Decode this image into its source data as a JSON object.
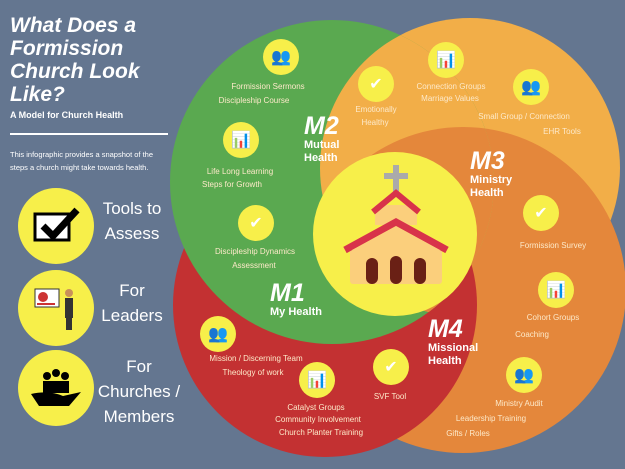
{
  "title": "What Does a Formission Church Look Like?",
  "subtitle": "A Model for Church Health",
  "description": "This infographic provides a snapshot of the steps a church might take towards health.",
  "legend": [
    {
      "icon": "checkbox-icon",
      "label": "Tools to Assess"
    },
    {
      "icon": "presenter-icon",
      "label": "For Leaders"
    },
    {
      "icon": "people-hand-icon",
      "label": "For Churches / Members"
    }
  ],
  "zones": {
    "m1": {
      "code": "M1",
      "name": "My Health",
      "color": "#5aa950"
    },
    "m2": {
      "code": "M2",
      "name": "Mutual Health",
      "color": "#f2ae48"
    },
    "m3": {
      "code": "M3",
      "name": "Ministry Health",
      "color": "#e4873b"
    },
    "m4": {
      "code": "M4",
      "name": "Missional Health",
      "color": "#c33132"
    }
  },
  "items": {
    "sermons": "Formission Sermons",
    "course": "Discipleship Course",
    "lll": "Life Long Learning",
    "steps": "Steps for Growth",
    "dda": "Discipleship Dynamics",
    "assess": "Assessment",
    "emo": "Emotionally",
    "healthy": "Healthy",
    "cg": "Connection Groups",
    "mv": "Marriage Values",
    "sg": "Small Group / Connection",
    "ehr": "EHR Tools",
    "survey": "Formission Survey",
    "cohort": "Cohort Groups",
    "coaching": "Coaching",
    "audit": "Ministry Audit",
    "lt": "Leadership Training",
    "gifts": "Gifts / Roles",
    "mission": "Mission / Discerning Team",
    "theology": "Theology of work",
    "catalyst": "Catalyst Groups",
    "community": "Community Involvement",
    "planter": "Church Planter Training",
    "svf": "SVF Tool"
  }
}
